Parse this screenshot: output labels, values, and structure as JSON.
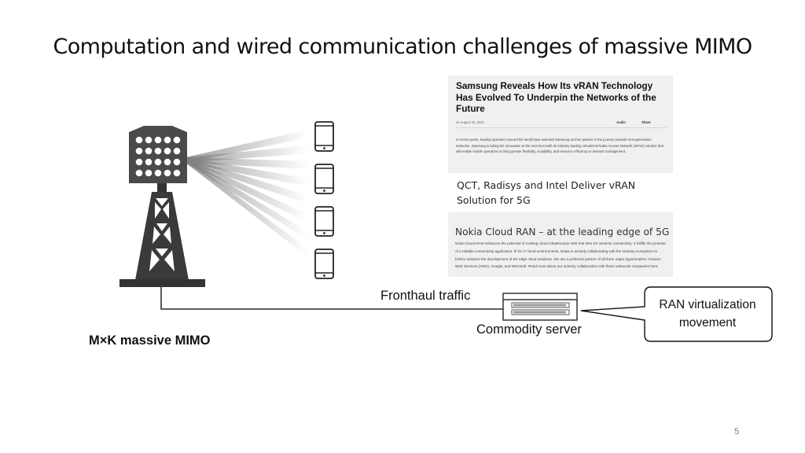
{
  "slide": {
    "title": "Computation and wired communication challenges of massive MIMO",
    "page_number": "5"
  },
  "news": {
    "article1": {
      "title": "Samsung Reveals How Its vRAN Technology Has Evolved To Underpin the Networks of the Future",
      "date": "on August 10, 2021",
      "audio_label": "Audio",
      "share_label": "Share",
      "body": "In recent years, leading operators around the world have selected Samsung as their partner in the journey towards next-generation networks. Samsung is taking 5G innovation to the next level with its industry-leading virtualized Radio Access Network (vRAN) solution that will enable mobile operators to bring greater flexibility, scalability, and resource efficiency in network management."
    },
    "article2": {
      "title": "QCT, Radisys and Intel Deliver vRAN Solution for 5G"
    },
    "article3": {
      "title": "Nokia Cloud RAN – at the leading edge of 5G",
      "body": "Nokia Cloud RAN enhances the potential of existing cloud infrastructure with real time 5G wireless connectivity. It fulfills the promise of a reliable connectivity application, fit for IT cloud environments. Nokia is actively collaborating with the industry ecosystem to further advance the development of 5G edge cloud solutions. We are a preferred partner of all three major hyperscalers: Amazon Web Services (AWS), Google, and Microsoft. Read more about our industry collaboration with these webscale companies here:"
    }
  },
  "diagram": {
    "fronthaul_label": "Fronthaul traffic",
    "server_label": "Commodity server",
    "mimo_label": "M×K massive MIMO",
    "callout_text": "RAN virtualization movement",
    "phone_count": 4
  }
}
